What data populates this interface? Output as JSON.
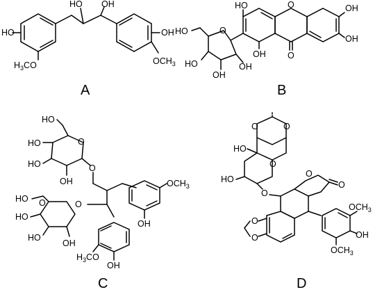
{
  "panels": [
    {
      "label": "A"
    },
    {
      "label": "B"
    },
    {
      "label": "C"
    },
    {
      "label": "D"
    }
  ],
  "atom_labels": {
    "oh": "OH",
    "ho": "HO",
    "o": "O",
    "h3co": "H3CO",
    "och3": "OCH3",
    "h3c_o": "H3C–O",
    "h3c": "H3C",
    "ch3_sub": "3",
    "och": "OCH"
  }
}
